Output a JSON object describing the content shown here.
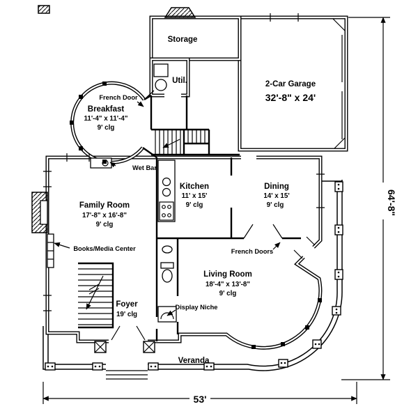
{
  "drawing": {
    "rooms": {
      "storage": {
        "name": "Storage"
      },
      "util": {
        "name": "Util."
      },
      "garage": {
        "name": "2-Car Garage",
        "size": "32'-8\" x 24'"
      },
      "breakfast": {
        "name": "Breakfast",
        "size": "11'-4\" x 11'-4\"",
        "ceiling": "9' clg"
      },
      "kitchen": {
        "name": "Kitchen",
        "size": "11' x 15'",
        "ceiling": "9' clg"
      },
      "dining": {
        "name": "Dining",
        "size": "14' x 15'",
        "ceiling": "9' clg"
      },
      "family_room": {
        "name": "Family Room",
        "size": "17'-8\" x 16'-8\"",
        "ceiling": "9' clg"
      },
      "living_room": {
        "name": "Living Room",
        "size": "18'-4\" x 13'-8\"",
        "ceiling": "9' clg"
      },
      "foyer": {
        "name": "Foyer",
        "ceiling": "19' clg"
      },
      "veranda": {
        "name": "Veranda"
      }
    },
    "callouts": {
      "french_door": "French Door",
      "wet_bar": "Wet Bar",
      "books_media": "Books/Media Center",
      "french_doors": "French Doors",
      "display_niche": "Display Niche"
    },
    "dimensions": {
      "overall_width": "53'",
      "overall_depth": "64'-8\""
    },
    "colors": {
      "line": "#000000",
      "background": "#ffffff"
    }
  }
}
